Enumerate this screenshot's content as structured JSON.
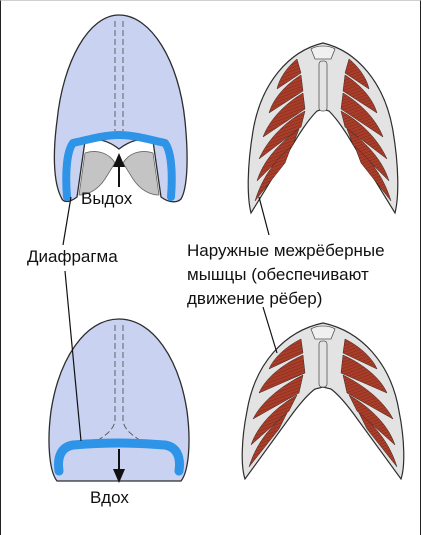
{
  "labels": {
    "exhale": "Выдох",
    "inhale": "Вдох",
    "diaphragm": "Диафрагма",
    "muscles_line1": "Наружные межрёберные",
    "muscles_line2": "мышцы (обеспечивают",
    "muscles_line3": "движение рёбер)"
  },
  "colors": {
    "lung": "#c9d3f1",
    "lung_outline": "#2d2d2d",
    "diaphragm": "#2e94e8",
    "cavity": "#c4c4c4",
    "rib_muscle": "#a83d2a",
    "bone": "#e3e3e3"
  },
  "icons": {
    "arrow_up": "arrow-up-icon",
    "arrow_down": "arrow-down-icon"
  }
}
